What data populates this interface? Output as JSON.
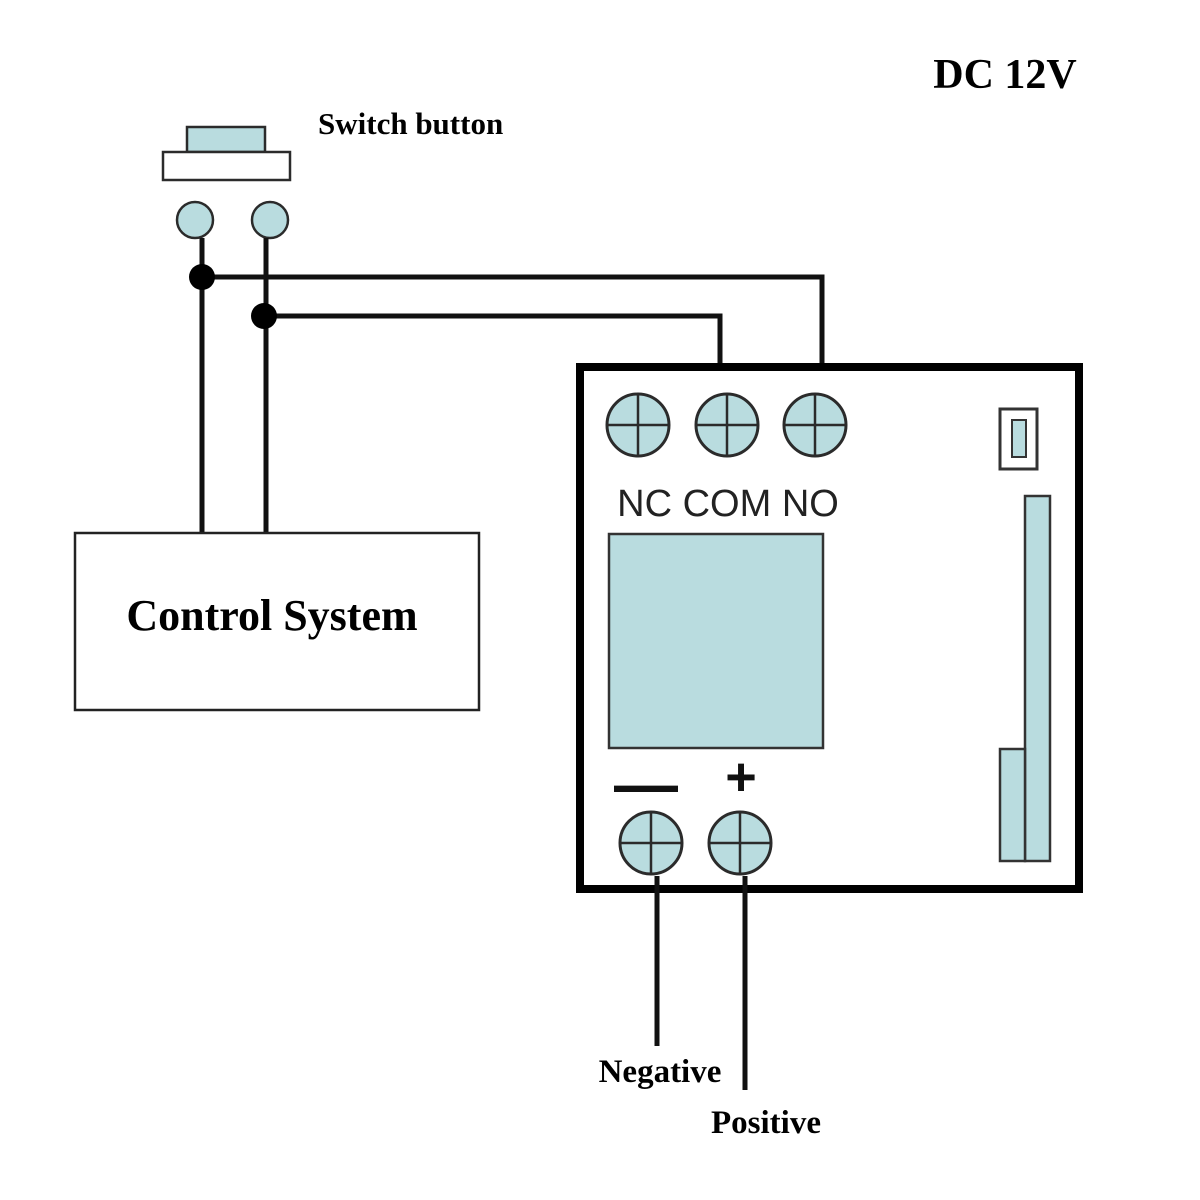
{
  "title": "DC 12V",
  "switch": {
    "label": "Switch button"
  },
  "control": {
    "label": "Control System"
  },
  "relay": {
    "terminals_top": [
      "NC",
      "COM",
      "NO"
    ],
    "terminals_top_text": "NC COM NO",
    "power_minus": "—",
    "power_plus": "+"
  },
  "power": {
    "negative_label": "Negative",
    "positive_label": "Positive"
  },
  "colors": {
    "terminal_fill": "#b9dcdf",
    "wire": "#111111",
    "outline": "#000000"
  }
}
